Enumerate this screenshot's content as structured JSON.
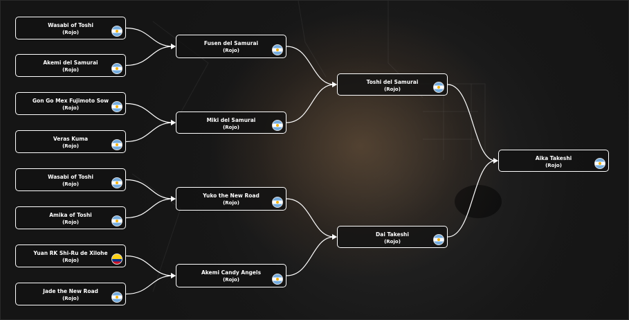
{
  "bracket": {
    "round1": [
      {
        "name": "Wasabi of Toshi",
        "club": "(Rojo)",
        "flag": "argentina-flag-icon"
      },
      {
        "name": "Akemi del Samurai",
        "club": "(Rojo)",
        "flag": "argentina-flag-icon"
      },
      {
        "name": "Gon Go Mex Fujimoto Sow",
        "club": "(Rojo)",
        "flag": "argentina-flag-icon"
      },
      {
        "name": "Veras Kuma",
        "club": "(Rojo)",
        "flag": "argentina-flag-icon"
      },
      {
        "name": "Wasabi of Toshi",
        "club": "(Rojo)",
        "flag": "argentina-flag-icon"
      },
      {
        "name": "Amika of Toshi",
        "club": "(Rojo)",
        "flag": "argentina-flag-icon"
      },
      {
        "name": "Yuan RK Shi-Ru de Xilohe",
        "club": "(Rojo)",
        "flag": "colombia-flag-icon"
      },
      {
        "name": "Jade the New Road",
        "club": "(Rojo)",
        "flag": "argentina-flag-icon"
      }
    ],
    "round2": [
      {
        "name": "Fusen del Samurai",
        "club": "(Rojo)",
        "flag": "argentina-flag-icon"
      },
      {
        "name": "Miki del Samurai",
        "club": "(Rojo)",
        "flag": "argentina-flag-icon"
      },
      {
        "name": "Yuko the New Road",
        "club": "(Rojo)",
        "flag": "argentina-flag-icon"
      },
      {
        "name": "Akemi Candy Angels",
        "club": "(Rojo)",
        "flag": "argentina-flag-icon"
      }
    ],
    "round3": [
      {
        "name": "Toshi del Samurai",
        "club": "(Rojo)",
        "flag": "argentina-flag-icon"
      },
      {
        "name": "Dai Takeshi",
        "club": "(Rojo)",
        "flag": "argentina-flag-icon"
      }
    ],
    "final": [
      {
        "name": "Aika Takeshi",
        "club": "(Rojo)",
        "flag": "argentina-flag-icon"
      }
    ]
  },
  "colors": {
    "background": "#151515",
    "card_border": "#ffffff",
    "connector": "#ffffff",
    "argentina_blue": "#74acdf",
    "argentina_sun": "#f6b40e"
  }
}
